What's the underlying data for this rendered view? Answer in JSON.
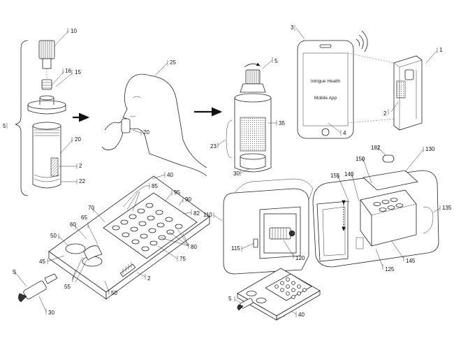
{
  "refs": {
    "r10": "10",
    "r16": "16",
    "r15": "15",
    "r5_left": "5",
    "r20_tube": "20",
    "r2_tube": "2",
    "r22": "22",
    "r25": "25",
    "r20_face": "20",
    "r5_vial": "5",
    "r35": "35",
    "r23": "23",
    "r30_vial": "30",
    "r3": "3",
    "r1": "1",
    "r2_device": "2",
    "r4": "4",
    "r40_top": "40",
    "r85": "85",
    "r95": "95",
    "r90": "90",
    "r82": "82",
    "r70": "70",
    "r60": "60",
    "r65": "65",
    "r50_left": "50",
    "r45": "45",
    "r5_tray": "5",
    "r55": "55",
    "r30_tray": "30",
    "r50_bottom": "50",
    "r2_tray": "2",
    "r75": "75",
    "r80": "80",
    "r182": "182",
    "r130": "130",
    "r150": "150",
    "r140": "140",
    "r155": "155",
    "r110": "110",
    "r135": "135",
    "r115": "115",
    "r120": "120",
    "r125": "125",
    "r145": "145",
    "r5_small": "5",
    "r40_small": "40"
  },
  "phone": {
    "line1": "Intrigue Health",
    "line2": "Mobile App"
  },
  "icons": [
    "wifi-signal-icon",
    "arrow-right-icon",
    "rotation-arrow-icon",
    "double-arrow-vertical-icon"
  ]
}
